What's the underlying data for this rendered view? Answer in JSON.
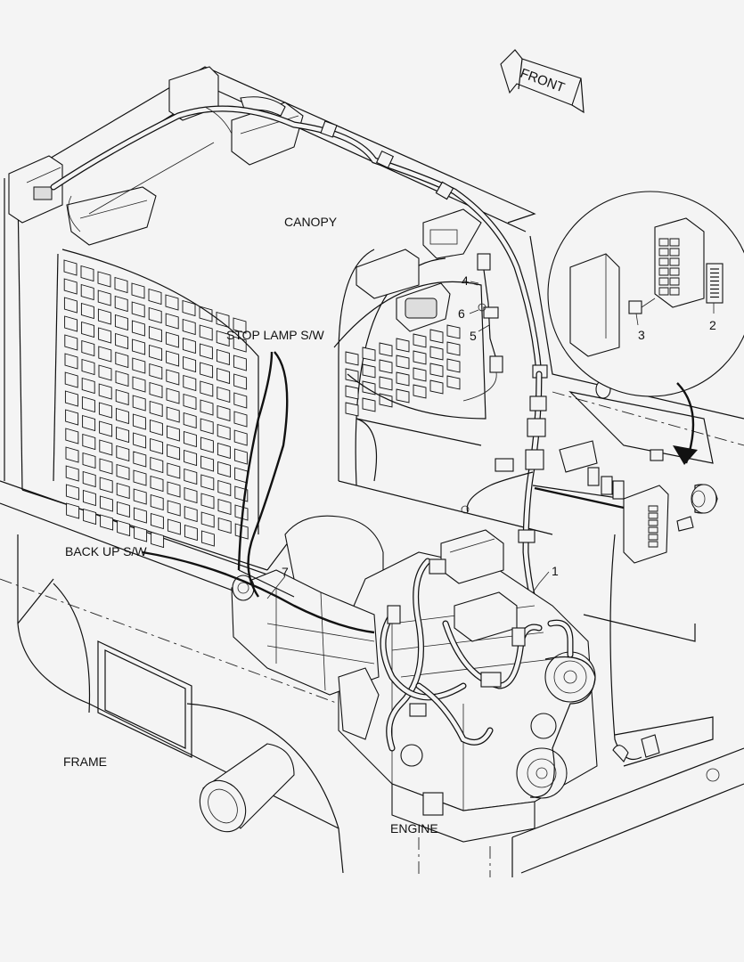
{
  "labels": {
    "front": "FRONT",
    "canopy": "CANOPY",
    "stop_lamp": "STOP LAMP S/W",
    "back_up": "BACK UP S/W",
    "frame": "FRAME",
    "engine": "ENGINE"
  },
  "callouts": {
    "c1": "1",
    "c2": "2",
    "c3": "3",
    "c4": "4",
    "c5": "5",
    "c6": "6",
    "c7": "7"
  }
}
